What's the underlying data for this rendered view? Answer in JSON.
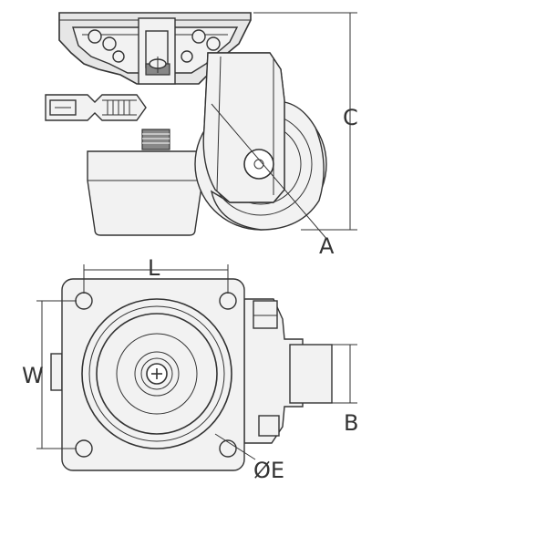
{
  "labels": {
    "C": "C",
    "A": "A",
    "L": "L",
    "W": "W",
    "B": "B",
    "E": "ØE"
  },
  "colors": {
    "line": "#333333",
    "body_fill": "#e6e6e6",
    "background": "#ffffff"
  }
}
